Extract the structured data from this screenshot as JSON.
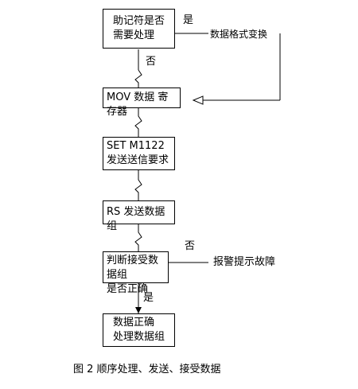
{
  "nodes": {
    "check_mnemonic": {
      "line1": "助记符是否",
      "line2": "需要处理"
    },
    "convert_format": {
      "text": "数据格式变换"
    },
    "mov_register": {
      "text": "MOV 数据 寄存器"
    },
    "set_m1122": {
      "line1": "SET M1122",
      "line2": "发送送信要求"
    },
    "rs_send": {
      "text": "RS 发送数据组"
    },
    "check_receive": {
      "line1": "判断接受数据组",
      "line2": "是否正确"
    },
    "alarm": {
      "text": "报警提示故障"
    },
    "process_data": {
      "line1": "数据正确",
      "line2": "处理数据组"
    }
  },
  "edge_labels": {
    "yes_top": "是",
    "no_top": "否",
    "no_mid": "否",
    "yes_bottom": "是"
  },
  "caption": "图 2 顺序处理、发送、接受数据"
}
